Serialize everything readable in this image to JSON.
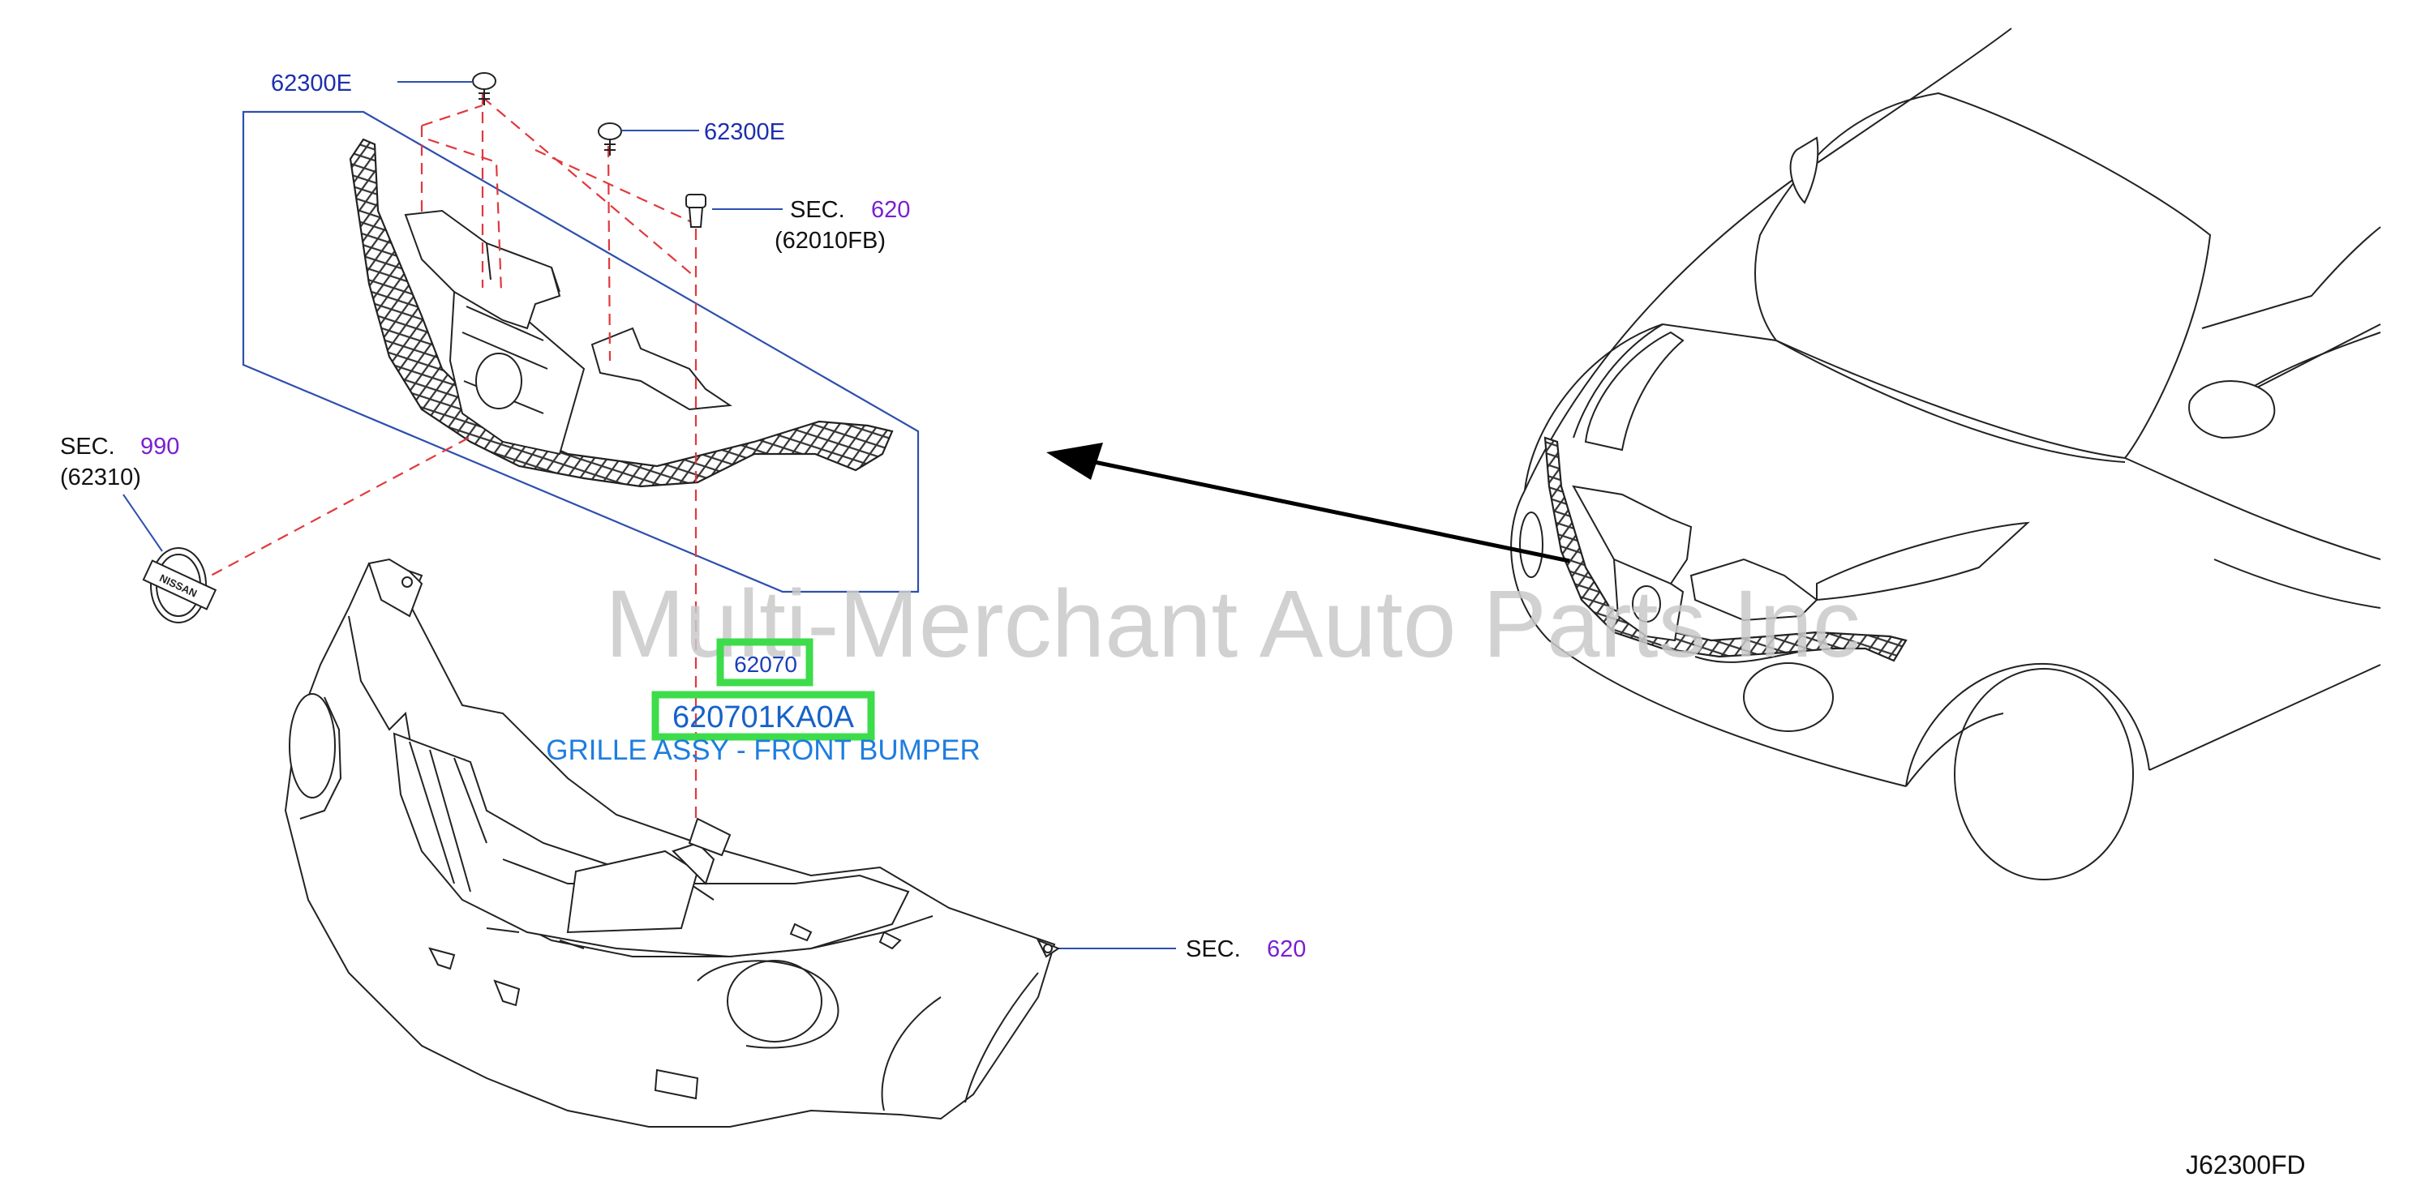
{
  "callouts": {
    "clip_left": "62300E",
    "clip_right": "62300E",
    "sec_top_label": "SEC.",
    "sec_top_num": "620",
    "sec_top_sub": "(62010FB)",
    "sec_emblem_label": "SEC.",
    "sec_emblem_num": "990",
    "sec_emblem_sub": "(62310)",
    "sec_bumper_label": "SEC.",
    "sec_bumper_num": "620"
  },
  "part": {
    "ref_number": "62070",
    "part_number": "620701KA0A",
    "part_name": "GRILLE ASSY - FRONT BUMPER"
  },
  "watermark": "Multi-Merchant Auto Parts Inc",
  "emblem_text": "NISSAN",
  "diagram_id": "J62300FD",
  "colors": {
    "highlight": "#3ddc4a",
    "callout_blue": "#1d2fae",
    "section_purple": "#7a1fd0",
    "part_name_blue": "#1e7de0",
    "dash_red": "#e0393c"
  }
}
